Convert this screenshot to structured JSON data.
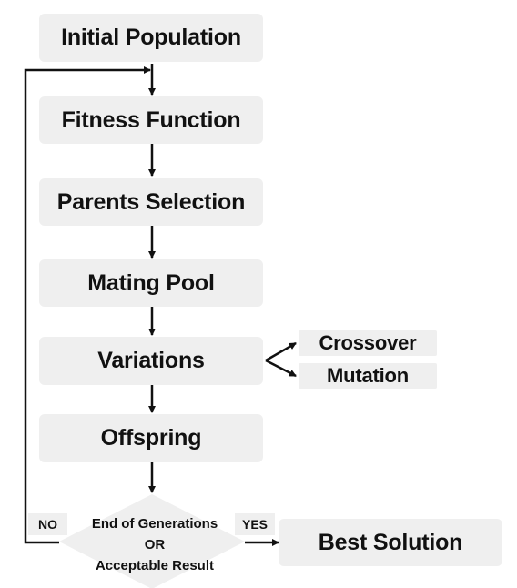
{
  "nodes": {
    "initial_population": "Initial Population",
    "fitness_function": "Fitness Function",
    "parents_selection": "Parents Selection",
    "mating_pool": "Mating Pool",
    "variations": "Variations",
    "crossover": "Crossover",
    "mutation": "Mutation",
    "offspring": "Offspring",
    "best_solution": "Best Solution"
  },
  "decision": {
    "line1": "End of Generations",
    "line2": "OR",
    "line3": "Acceptable Result",
    "no_label": "NO",
    "yes_label": "YES"
  }
}
